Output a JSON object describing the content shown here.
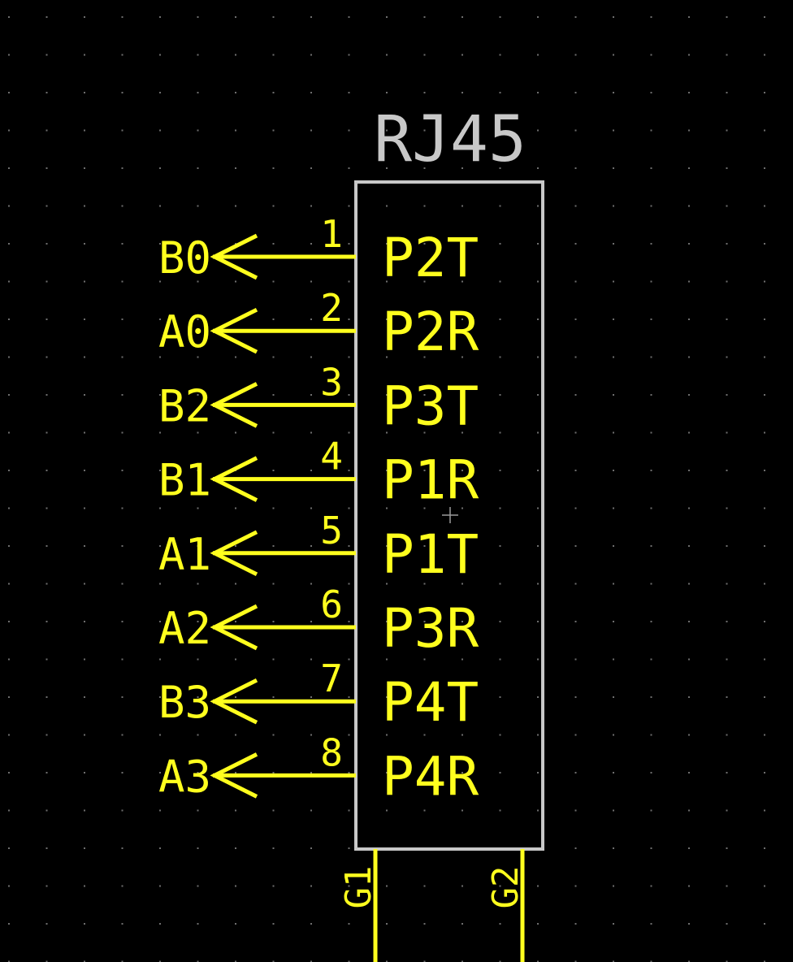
{
  "colors": {
    "background": "#000000",
    "grid_dot": "#6e6e6e",
    "component_outline": "#c8c8c8",
    "component_name": "#c8c8c8",
    "pin": "#ffff1e",
    "cursor": "#9a9a9a"
  },
  "component": {
    "name": "RJ45",
    "right_pins": [
      {
        "number": "1",
        "pin_name": "P2T",
        "net": "B0"
      },
      {
        "number": "2",
        "pin_name": "P2R",
        "net": "A0"
      },
      {
        "number": "3",
        "pin_name": "P3T",
        "net": "B2"
      },
      {
        "number": "4",
        "pin_name": "P1R",
        "net": "B1"
      },
      {
        "number": "5",
        "pin_name": "P1T",
        "net": "A1"
      },
      {
        "number": "6",
        "pin_name": "P3R",
        "net": "A2"
      },
      {
        "number": "7",
        "pin_name": "P4T",
        "net": "B3"
      },
      {
        "number": "8",
        "pin_name": "P4R",
        "net": "A3"
      }
    ],
    "bottom_pins": [
      {
        "label": "G1"
      },
      {
        "label": "G2"
      }
    ]
  }
}
